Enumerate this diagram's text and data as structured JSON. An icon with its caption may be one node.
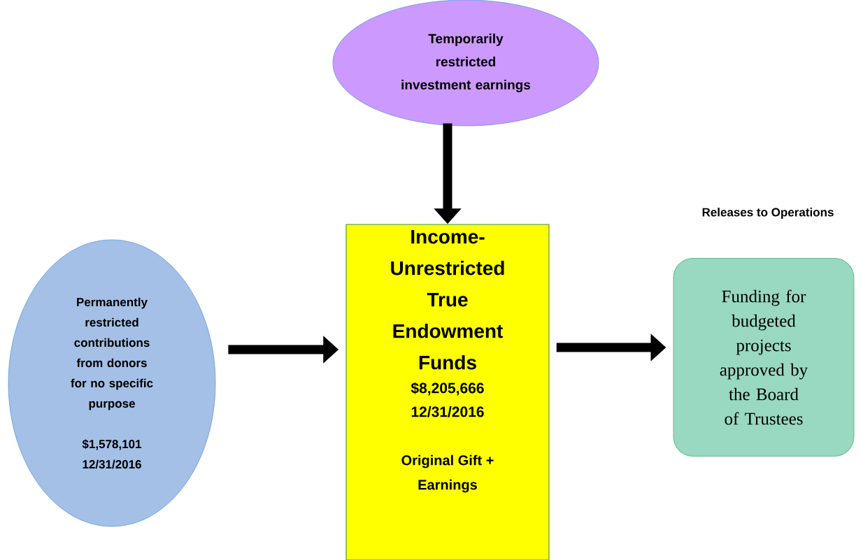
{
  "diagram": {
    "nodes": [
      {
        "text": [
          "Temporarily restricted investment earnings"
        ]
      },
      {
        "text": [
          "Permanently restricted contributions from donors for no specific purpose",
          "$1,578,101 12/31/2016"
        ]
      },
      {
        "text": [
          "Income-Unrestricted True Endowment Funds",
          "$8,205,666 12/31/2016",
          "Original Gift + Earnings"
        ]
      },
      {
        "text": [
          "Funding for budgeted projects approved by the Board of Trustees"
        ]
      }
    ],
    "edges": [
      {
        "from": 0,
        "to": 2,
        "arrow": "to"
      },
      {
        "from": 1,
        "to": 2,
        "arrow": "to"
      },
      {
        "from": 2,
        "to": 3,
        "arrow": "to"
      }
    ],
    "labels": [
      "Releases to Operations"
    ]
  }
}
